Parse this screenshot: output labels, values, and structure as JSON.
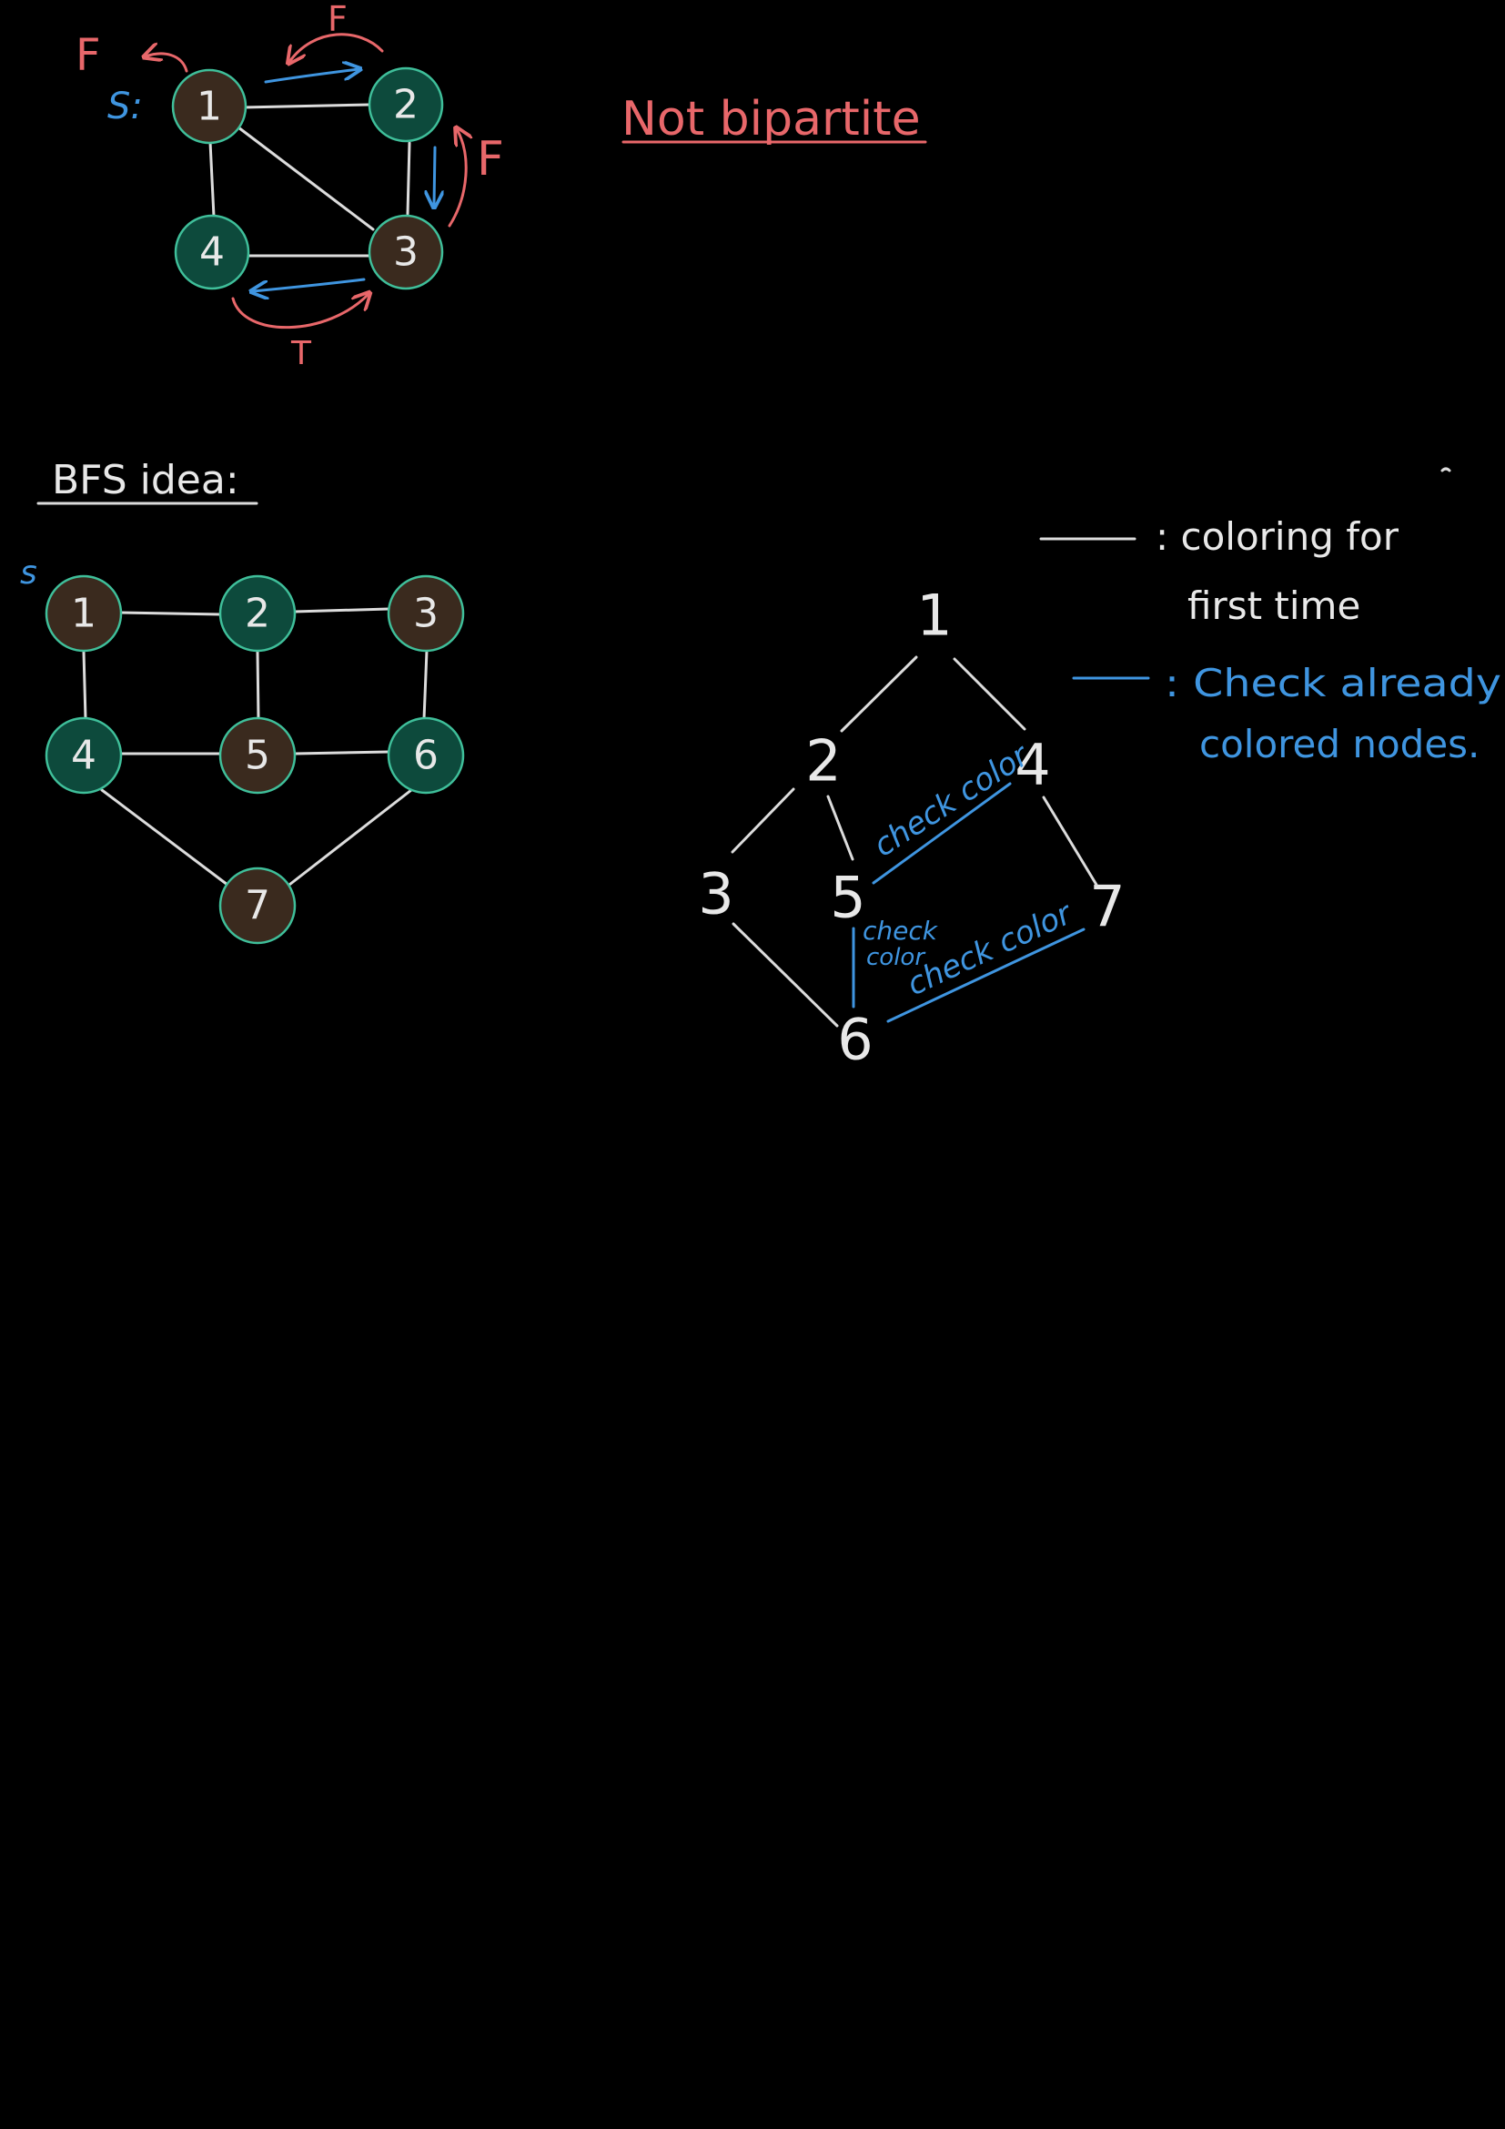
{
  "colors": {
    "background": "#000000",
    "chalk": "#e8e8e8",
    "red": "#e8676a",
    "blue": "#3f95e0",
    "node_brown": "#3a2a1e",
    "node_teal": "#0d4a3c",
    "node_border": "#3fbf9a"
  },
  "graph1": {
    "source_label": "S:",
    "nodes": [
      {
        "label": "1",
        "color": "brown"
      },
      {
        "label": "2",
        "color": "teal"
      },
      {
        "label": "3",
        "color": "brown"
      },
      {
        "label": "4",
        "color": "teal"
      }
    ],
    "annotations": {
      "f_left": "F",
      "f_top": "F",
      "f_right": "F",
      "t_bottom": "T"
    }
  },
  "not_bipartite": "Not  bipartite",
  "bfs_title": "BFS  idea:",
  "graph2": {
    "source_label": "s",
    "nodes": [
      {
        "label": "1",
        "color": "brown"
      },
      {
        "label": "2",
        "color": "teal"
      },
      {
        "label": "3",
        "color": "brown"
      },
      {
        "label": "4",
        "color": "teal"
      },
      {
        "label": "5",
        "color": "brown"
      },
      {
        "label": "6",
        "color": "teal"
      },
      {
        "label": "7",
        "color": "brown"
      }
    ]
  },
  "tree": {
    "nodes": [
      "1",
      "2",
      "4",
      "3",
      "5",
      "7",
      "6"
    ],
    "check_labels": [
      "check color",
      "check color",
      "check color"
    ],
    "check_small": [
      "check",
      "color"
    ]
  },
  "legend": {
    "white_line_text": [
      ": coloring  for",
      "first  time"
    ],
    "blue_line_text": [
      ": Check  already",
      "colored  nodes."
    ]
  }
}
